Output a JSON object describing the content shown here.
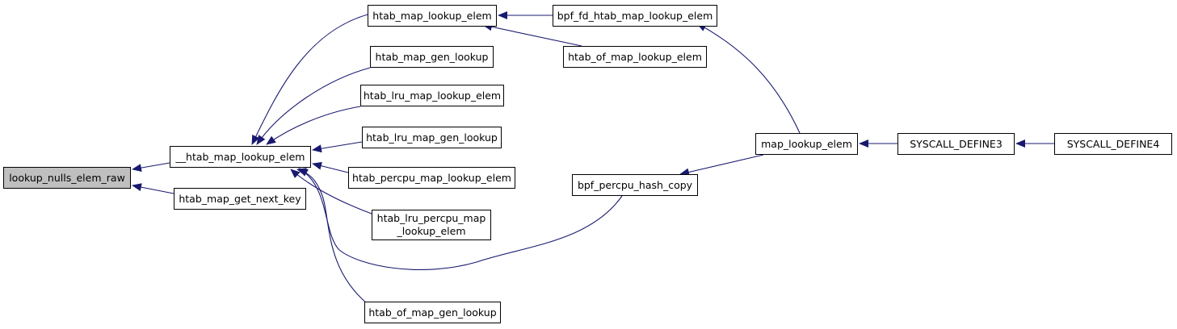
{
  "graph": {
    "nodes": [
      {
        "id": "lookup_nulls_elem_raw",
        "lines": [
          "lookup_nulls_elem_raw"
        ],
        "root": true
      },
      {
        "id": "__htab_map_lookup_elem",
        "lines": [
          "__htab_map_lookup_elem"
        ]
      },
      {
        "id": "htab_map_get_next_key",
        "lines": [
          "htab_map_get_next_key"
        ]
      },
      {
        "id": "htab_map_lookup_elem",
        "lines": [
          "htab_map_lookup_elem"
        ]
      },
      {
        "id": "htab_map_gen_lookup",
        "lines": [
          "htab_map_gen_lookup"
        ]
      },
      {
        "id": "htab_lru_map_lookup_elem",
        "lines": [
          "htab_lru_map_lookup_elem"
        ]
      },
      {
        "id": "htab_lru_map_gen_lookup",
        "lines": [
          "htab_lru_map_gen_lookup"
        ]
      },
      {
        "id": "htab_percpu_map_lookup_elem",
        "lines": [
          "htab_percpu_map_lookup_elem"
        ]
      },
      {
        "id": "htab_lru_percpu_map_lookup_elem",
        "lines": [
          "htab_lru_percpu_map",
          "_lookup_elem"
        ]
      },
      {
        "id": "htab_of_map_gen_lookup",
        "lines": [
          "htab_of_map_gen_lookup"
        ]
      },
      {
        "id": "bpf_fd_htab_map_lookup_elem",
        "lines": [
          "bpf_fd_htab_map_lookup_elem"
        ]
      },
      {
        "id": "htab_of_map_lookup_elem",
        "lines": [
          "htab_of_map_lookup_elem"
        ]
      },
      {
        "id": "bpf_percpu_hash_copy",
        "lines": [
          "bpf_percpu_hash_copy"
        ]
      },
      {
        "id": "map_lookup_elem",
        "lines": [
          "map_lookup_elem"
        ]
      },
      {
        "id": "SYSCALL_DEFINE3",
        "lines": [
          "SYSCALL_DEFINE3"
        ]
      },
      {
        "id": "SYSCALL_DEFINE4",
        "lines": [
          "SYSCALL_DEFINE4"
        ]
      }
    ],
    "edges": [
      {
        "from": "__htab_map_lookup_elem",
        "to": "lookup_nulls_elem_raw"
      },
      {
        "from": "htab_map_get_next_key",
        "to": "lookup_nulls_elem_raw"
      },
      {
        "from": "htab_map_lookup_elem",
        "to": "__htab_map_lookup_elem"
      },
      {
        "from": "htab_map_gen_lookup",
        "to": "__htab_map_lookup_elem"
      },
      {
        "from": "htab_lru_map_lookup_elem",
        "to": "__htab_map_lookup_elem"
      },
      {
        "from": "htab_lru_map_gen_lookup",
        "to": "__htab_map_lookup_elem"
      },
      {
        "from": "htab_percpu_map_lookup_elem",
        "to": "__htab_map_lookup_elem"
      },
      {
        "from": "htab_lru_percpu_map_lookup_elem",
        "to": "__htab_map_lookup_elem"
      },
      {
        "from": "bpf_percpu_hash_copy",
        "to": "__htab_map_lookup_elem"
      },
      {
        "from": "htab_of_map_gen_lookup",
        "to": "__htab_map_lookup_elem"
      },
      {
        "from": "bpf_fd_htab_map_lookup_elem",
        "to": "htab_map_lookup_elem"
      },
      {
        "from": "htab_of_map_lookup_elem",
        "to": "htab_map_lookup_elem"
      },
      {
        "from": "map_lookup_elem",
        "to": "bpf_fd_htab_map_lookup_elem"
      },
      {
        "from": "map_lookup_elem",
        "to": "bpf_percpu_hash_copy"
      },
      {
        "from": "SYSCALL_DEFINE3",
        "to": "map_lookup_elem"
      },
      {
        "from": "SYSCALL_DEFINE4",
        "to": "SYSCALL_DEFINE3"
      }
    ],
    "colors": {
      "edge": "#191970",
      "node_border": "#000000",
      "node_fill": "#ffffff",
      "root_fill": "#bfbfbf"
    }
  }
}
